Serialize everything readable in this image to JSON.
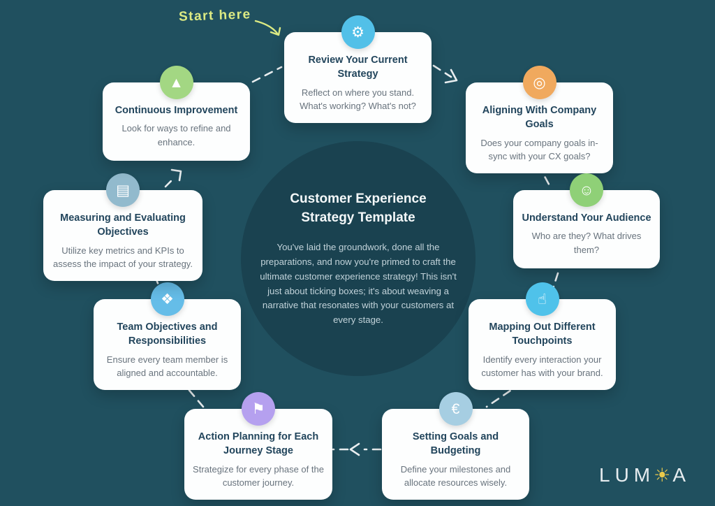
{
  "colors": {
    "background": "#20505f",
    "center_circle": "#1a4250",
    "connector": "#e9eef0",
    "start_here": "#dcea83",
    "card_title": "#22455c",
    "card_body": "#68737d",
    "logo_text": "#e6ecef",
    "logo_sun": "#e9c94b"
  },
  "annotation": {
    "start_here": "Start here"
  },
  "center": {
    "title": "Customer Experience Strategy Template",
    "body": "You've laid the groundwork, done all the preparations, and now you're primed to craft the ultimate customer experience strategy! This isn't just about ticking boxes; it's about weaving a narrative that resonates with your customers at every stage."
  },
  "steps": [
    {
      "title": "Review Your Current Strategy",
      "description": "Reflect on where you stand. What's working? What's not?",
      "icon": "gear-icon",
      "glyph": "⚙",
      "icon_color": "#52c0e8"
    },
    {
      "title": "Aligning With Company Goals",
      "description": "Does your company goals in-sync with your CX goals?",
      "icon": "target-icon",
      "glyph": "◎",
      "icon_color": "#f0a95e"
    },
    {
      "title": "Understand Your Audience",
      "description": "Who are they? What drives them?",
      "icon": "people-icon",
      "glyph": "☺",
      "icon_color": "#8fd077"
    },
    {
      "title": "Mapping Out Different Touchpoints",
      "description": "Identify every interaction your customer has with your brand.",
      "icon": "touch-pointer-icon",
      "glyph": "☝",
      "icon_color": "#4fc2ea"
    },
    {
      "title": "Setting Goals and Budgeting",
      "description": "Define your milestones and allocate resources wisely.",
      "icon": "money-bag-icon",
      "glyph": "€",
      "icon_color": "#a6cee2"
    },
    {
      "title": "Action Planning for Each Journey Stage",
      "description": "Strategize for every phase of the customer journey.",
      "icon": "journey-flag-icon",
      "glyph": "⚑",
      "icon_color": "#b5a0ef"
    },
    {
      "title": "Team Objectives and Responsibilities",
      "description": "Ensure every team member is aligned and accountable.",
      "icon": "collaboration-icon",
      "glyph": "❖",
      "icon_color": "#65bde8"
    },
    {
      "title": "Measuring and Evaluating Objectives",
      "description": "Utilize key metrics and KPIs to assess the impact of your strategy.",
      "icon": "clipboard-icon",
      "glyph": "▤",
      "icon_color": "#92bacd"
    },
    {
      "title": "Continuous Improvement",
      "description": "Look for ways to refine and enhance.",
      "icon": "rocket-icon",
      "glyph": "▲",
      "icon_color": "#a3d783"
    }
  ],
  "logo": {
    "left": "LUM",
    "sun_glyph": "☀",
    "right": "A"
  }
}
